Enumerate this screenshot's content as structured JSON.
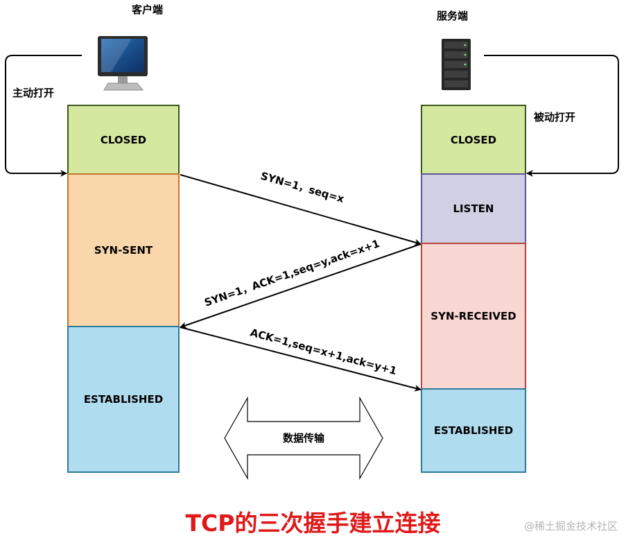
{
  "client": {
    "title": "客户端",
    "open_label": "主动打开",
    "states": [
      "CLOSED",
      "SYN-SENT",
      "ESTABLISHED"
    ]
  },
  "server": {
    "title": "服务端",
    "open_label": "被动打开",
    "states": [
      "CLOSED",
      "LISTEN",
      "SYN-RECEIVED",
      "ESTABLISHED"
    ]
  },
  "messages": {
    "syn": "SYN=1，seq=x",
    "syn_ack": "SYN=1，ACK=1,seq=y,ack=x+1",
    "ack": "ACK=1,seq=x+1,ack=y+1"
  },
  "data_transfer": "数据传输",
  "caption": "TCP的三次握手建立连接",
  "watermark": "@稀土掘金技术社区",
  "colors": {
    "closed": "#d5e8a0",
    "syn_sent": "#fad7ab",
    "established": "#b0dcef",
    "listen": "#d1cfe3",
    "syn_received": "#f9d7d2",
    "caption": "#e01818"
  }
}
